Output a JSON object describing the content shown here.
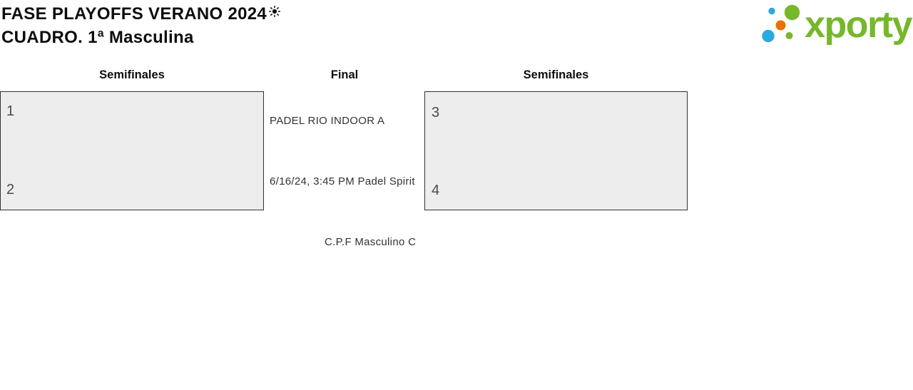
{
  "header": {
    "title_line1": "FASE PLAYOFFS VERANO 2024",
    "title_icon": "sun-icon",
    "title_line2": "CUADRO. 1ª Masculina"
  },
  "logo": {
    "wordmark": "xporty",
    "brand_colors": {
      "green": "#76b72b",
      "blue": "#2ba9e0",
      "orange": "#e87200"
    }
  },
  "bracket": {
    "rounds": [
      {
        "label": "Semifinales"
      },
      {
        "label": "Final"
      },
      {
        "label": "Semifinales"
      }
    ],
    "semifinal_left": {
      "seed_top": "1",
      "seed_bottom": "2"
    },
    "semifinal_right": {
      "seed_top": "3",
      "seed_bottom": "4"
    },
    "final": {
      "team_top": "PADEL RIO INDOOR A",
      "match_info": "6/16/24, 3:45 PM Padel Spirit",
      "team_bottom": "C.P.F Masculino C"
    }
  },
  "colors": {
    "box_fill": "#ededed",
    "box_border": "#333333",
    "seed_text": "#4a4a4a"
  }
}
